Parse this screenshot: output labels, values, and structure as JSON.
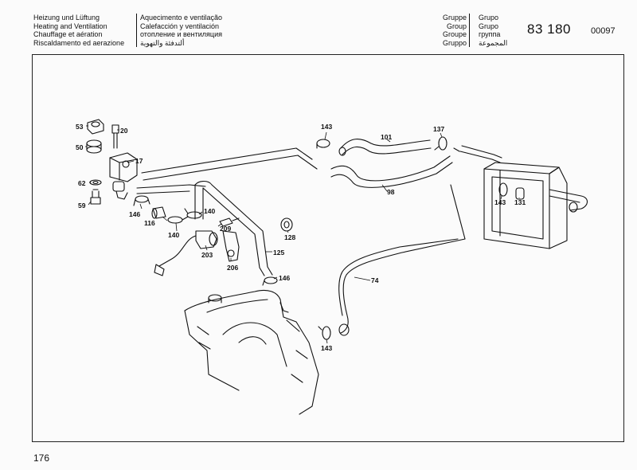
{
  "header": {
    "left_titles": [
      "Heizung und Lüftung",
      "Heating and Ventilation",
      "Chauffage et aération",
      "Riscaldamento ed aerazione"
    ],
    "mid_titles": [
      "Aquecimento e ventilação",
      "Calefacción y ventilación",
      "отопление и вентиляция",
      "ألتدفئة والتهوية"
    ],
    "group_labels_a": [
      "Gruppe",
      "Group",
      "Groupe",
      "Gruppo"
    ],
    "group_labels_b": [
      "Grupo",
      "Grupo",
      "группа",
      "المجموعة"
    ],
    "group_number": "83 180",
    "doc_code": "00097"
  },
  "page_number": "176",
  "callouts": {
    "c53": "53",
    "c20": "20",
    "c50": "50",
    "c17": "17",
    "c62": "62",
    "c59": "59",
    "c146a": "146",
    "c116": "116",
    "c140a": "140",
    "c140b": "140",
    "c209": "209",
    "c203": "203",
    "c206": "206",
    "c125": "125",
    "c128": "128",
    "c146b": "146",
    "c143a": "143",
    "c101": "101",
    "c137": "137",
    "c98": "98",
    "c143b": "143",
    "c131": "131",
    "c74": "74",
    "c143c": "143"
  }
}
